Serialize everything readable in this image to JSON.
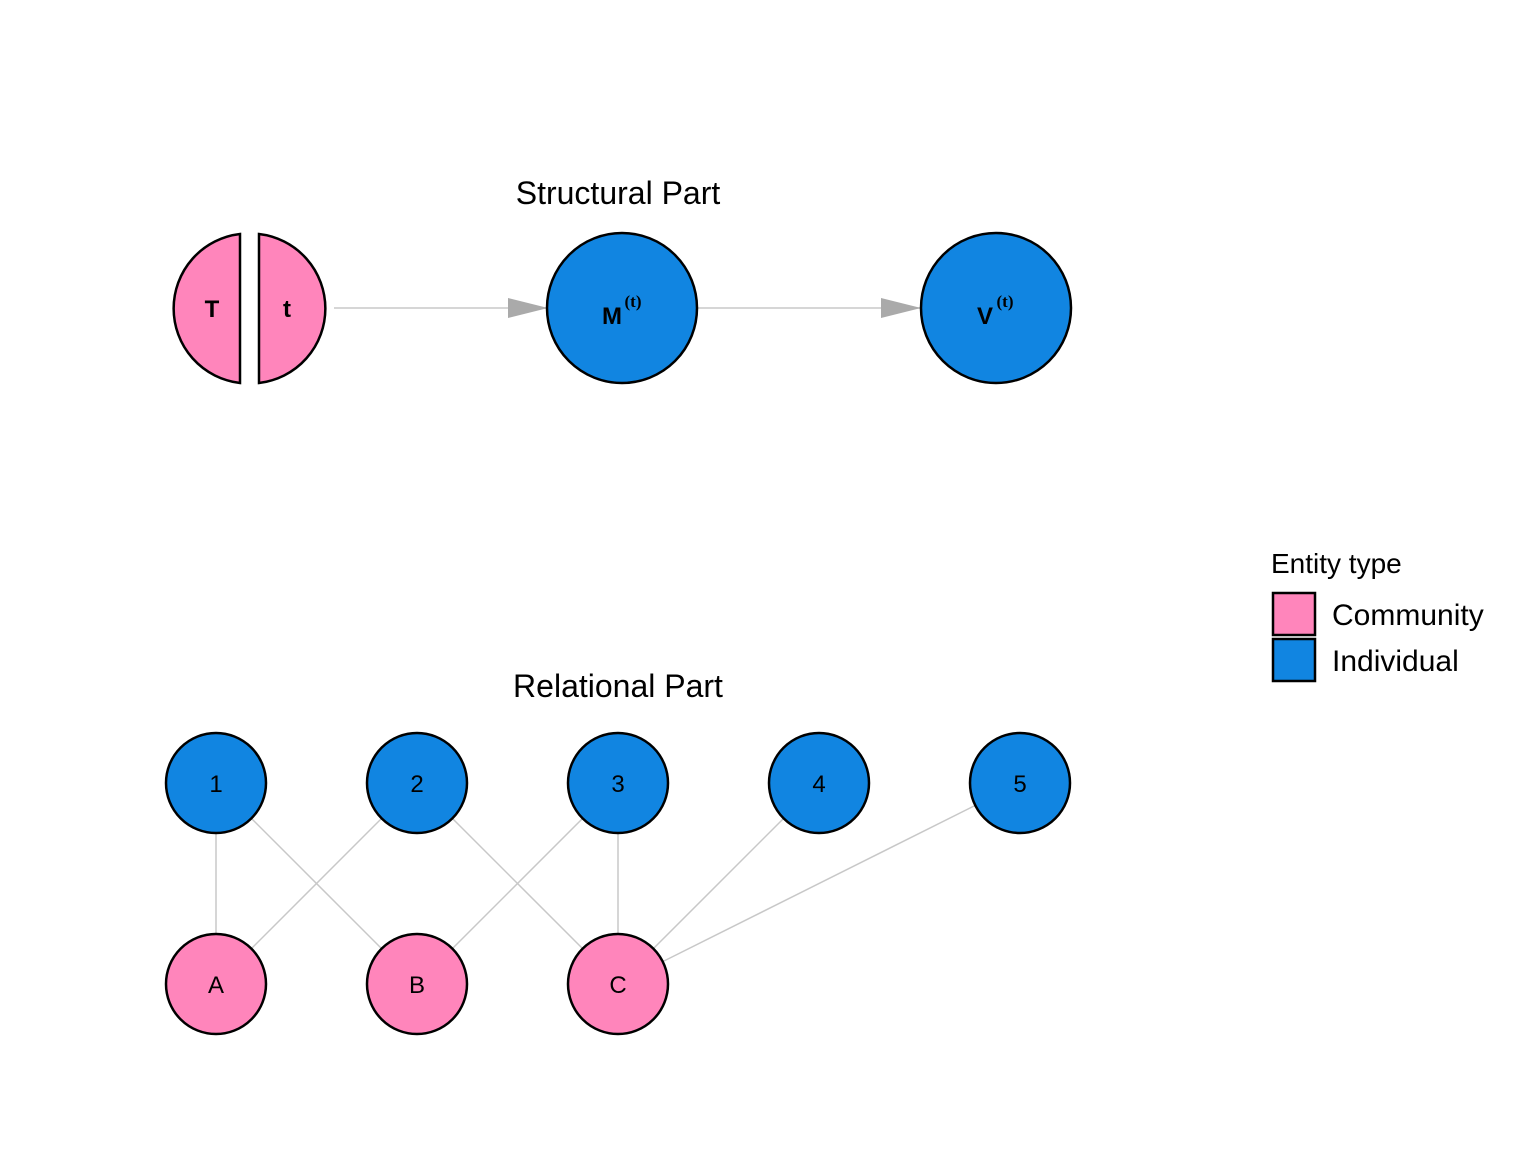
{
  "colors": {
    "community": "#ff85bb",
    "individual": "#1185e1",
    "edge": "#c8c8c8",
    "arrow": "#aaaaaa",
    "stroke": "#000000"
  },
  "structural": {
    "title": "Structural Part",
    "split_node": {
      "left": "T",
      "right": "t"
    },
    "nodes": [
      {
        "id": "M",
        "base": "M",
        "sup": "(t)",
        "type": "individual"
      },
      {
        "id": "V",
        "base": "V",
        "sup": "(t)",
        "type": "individual"
      }
    ],
    "edges": [
      [
        "Tt",
        "M"
      ],
      [
        "M",
        "V"
      ]
    ]
  },
  "relational": {
    "title": "Relational Part",
    "top_nodes": [
      {
        "id": "1",
        "label": "1",
        "type": "individual"
      },
      {
        "id": "2",
        "label": "2",
        "type": "individual"
      },
      {
        "id": "3",
        "label": "3",
        "type": "individual"
      },
      {
        "id": "4",
        "label": "4",
        "type": "individual"
      },
      {
        "id": "5",
        "label": "5",
        "type": "individual"
      }
    ],
    "bottom_nodes": [
      {
        "id": "A",
        "label": "A",
        "type": "community"
      },
      {
        "id": "B",
        "label": "B",
        "type": "community"
      },
      {
        "id": "C",
        "label": "C",
        "type": "community"
      }
    ],
    "edges": [
      [
        "1",
        "A"
      ],
      [
        "1",
        "B"
      ],
      [
        "2",
        "A"
      ],
      [
        "2",
        "C"
      ],
      [
        "3",
        "B"
      ],
      [
        "3",
        "C"
      ],
      [
        "4",
        "C"
      ],
      [
        "5",
        "C"
      ]
    ]
  },
  "legend": {
    "title": "Entity type",
    "items": [
      {
        "label": "Community",
        "type": "community"
      },
      {
        "label": "Individual",
        "type": "individual"
      }
    ]
  }
}
